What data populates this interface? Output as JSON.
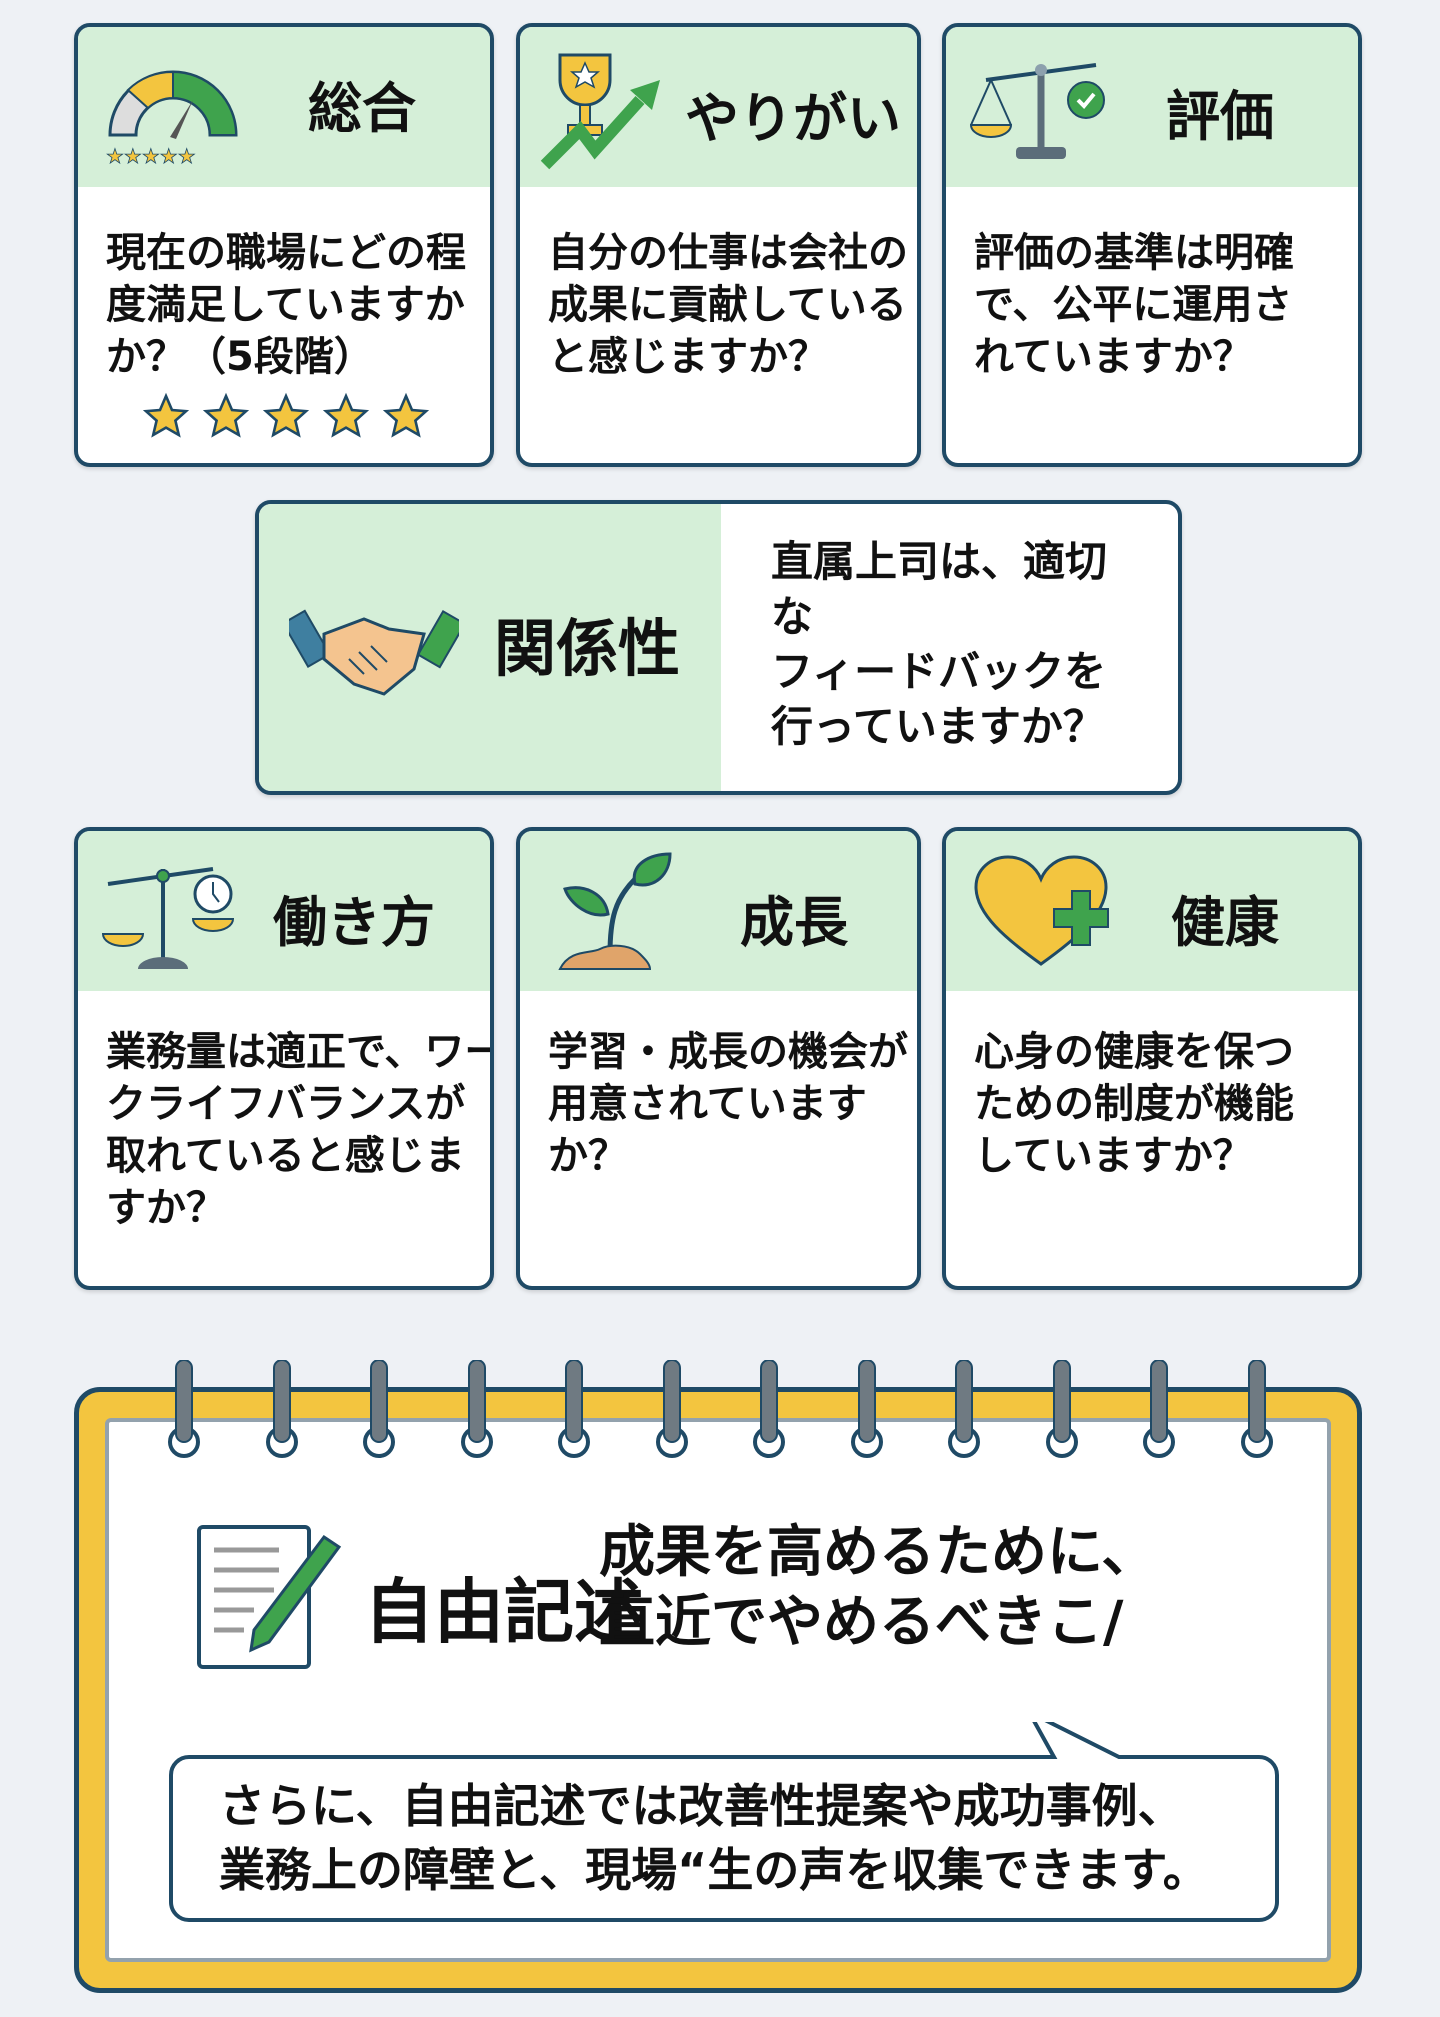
{
  "colors": {
    "border": "#1f4a66",
    "header": "#d5efd8",
    "yellow": "#f3c53f",
    "green": "#3fa34d",
    "background": "#eef1f5"
  },
  "cards": [
    {
      "title": "総合",
      "icon": "gauge-icon",
      "lines": [
        "現在の職場にどの程",
        "度満足していますか",
        "か？（5段階）"
      ],
      "stars": 5
    },
    {
      "title": "やりがい",
      "icon": "trophy-growth-icon",
      "lines": [
        "自分の仕事は会社の",
        "成果に貢献している",
        "と感じますか？"
      ]
    },
    {
      "title": "評価",
      "icon": "scale-check-icon",
      "lines": [
        "評価の基準は明確",
        "で、公平に運用さ",
        "れていますか？"
      ]
    },
    {
      "title": "働き方",
      "icon": "scale-clock-icon",
      "lines": [
        "業務量は適正で、ワー",
        "クライフバランスが",
        "取れていると感じま",
        "すか？"
      ]
    },
    {
      "title": "成長",
      "icon": "sprout-icon",
      "lines": [
        "学習・成長の機会が",
        "用意されています",
        "か？"
      ]
    },
    {
      "title": "健康",
      "icon": "heart-plus-icon",
      "lines": [
        "心身の健康を保つ",
        "ための制度が機能",
        "していますか？"
      ]
    }
  ],
  "relation": {
    "title": "関係性",
    "icon": "handshake-icon",
    "lines": [
      "直属上司は、適切",
      "な",
      "フィードバックを",
      "行っていますか？"
    ]
  },
  "free": {
    "title": "自由記述",
    "icon": "document-pen-icon",
    "question": [
      "成果を高めるために、",
      "直近でやめるべきこ/"
    ],
    "bubble": [
      "さらに、自由記述では改善性提案や成功事例、",
      "業務上の障壁と、現場“生の声を収集できます。"
    ]
  }
}
